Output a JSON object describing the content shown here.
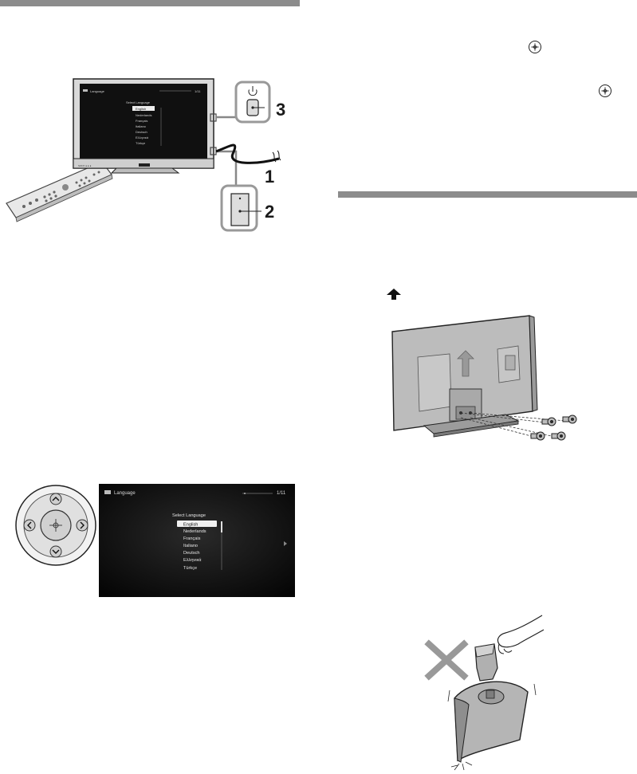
{
  "step_numbers": {
    "one": "1",
    "two": "2",
    "three": "3"
  },
  "small_tv_screen": {
    "title": "Language",
    "page": "1/11",
    "heading": "Select Language",
    "items": [
      "English",
      "Nederlands",
      "Français",
      "Italiano",
      "Deutsch",
      "Ελληνικά",
      "Türkçe"
    ]
  },
  "large_tv_screen": {
    "title": "Language",
    "page": "1/11",
    "heading": "Select Language",
    "items": [
      "English",
      "Nederlands",
      "Français",
      "Italiano",
      "Deutsch",
      "Ελληνικά",
      "Türkçe"
    ]
  },
  "icons": [
    "circle-plus-icon",
    "up-arrow-icon",
    "power-icon",
    "cross-icon"
  ],
  "colors": {
    "rule": "#8c8c8c",
    "screen": "#111111",
    "panel_gray": "#bcbcbc",
    "highlight": "#f0f0f0"
  }
}
